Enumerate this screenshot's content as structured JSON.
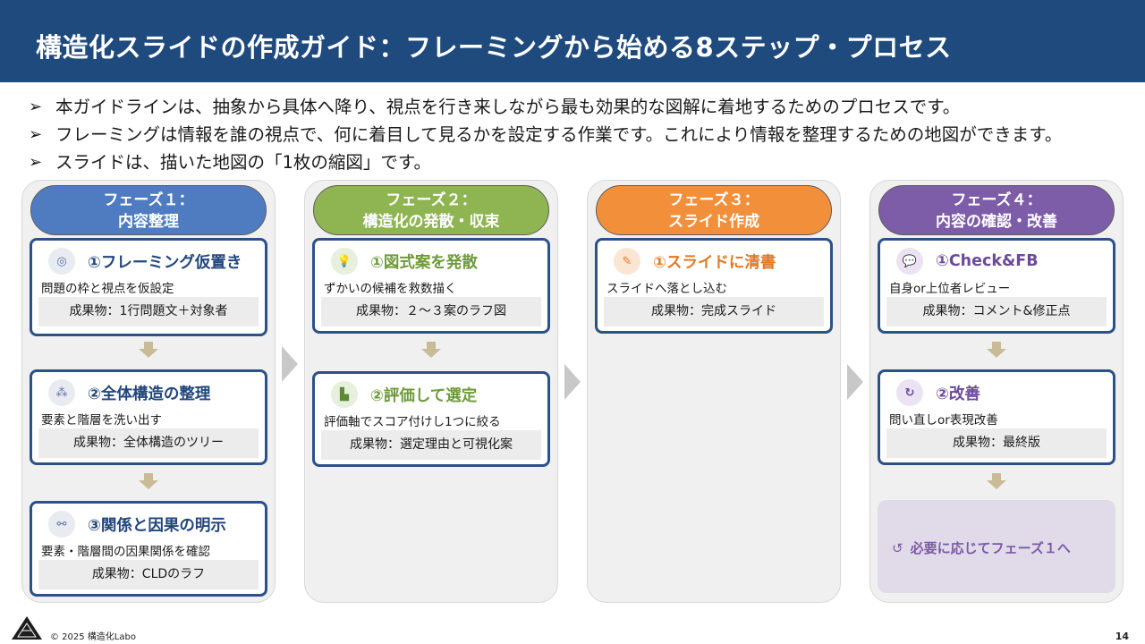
{
  "title": "構造化スライドの作成ガイド：フレーミングから始める8ステップ・プロセス",
  "bullets": [
    "本ガイドラインは、抽象から具体へ降り、視点を行き来しながら最も効果的な図解に着地するためのプロセスです。",
    "フレーミングは情報を誰の視点で、何に着目して見るかを設定する作業です。これにより情報を整理するための地図ができます。",
    "スライドは、描いた地図の「1枚の縮図」です。"
  ],
  "bullet_mark": "➢",
  "colors": {
    "phase1": "#4f7cc0",
    "phase2": "#8fb552",
    "phase3": "#f28f3b",
    "phase4": "#7d5ca8",
    "title_bg": "#1f4a7e"
  },
  "phases": [
    {
      "label_line1": "フェーズ１：",
      "label_line2": "内容整理",
      "steps": [
        {
          "icon": "target-icon",
          "glyph": "◎",
          "title": "①フレーミング仮置き",
          "desc": "問題の枠と視点を仮設定",
          "output": "成果物：1行問題文＋対象者"
        },
        {
          "icon": "hierarchy-icon",
          "glyph": "⁂",
          "title": "②全体構造の整理",
          "desc": "要素と階層を洗い出す",
          "output": "成果物：全体構造のツリー"
        },
        {
          "icon": "network-icon",
          "glyph": "⚯",
          "title": "③関係と因果の明示",
          "desc": "要素・階層間の因果関係を確認",
          "output": "成果物：CLDのラフ"
        }
      ]
    },
    {
      "label_line1": "フェーズ２：",
      "label_line2": "構造化の発散・収束",
      "steps": [
        {
          "icon": "lightbulb-icon",
          "glyph": "💡",
          "title": "①図式案を発散",
          "desc": "ずかいの候補を救数描く",
          "output": "成果物：２～３案のラフ図"
        },
        {
          "icon": "chart-icon",
          "glyph": "▙",
          "title": "②評価して選定",
          "desc": "評価軸でスコア付けし1つに絞る",
          "output": "成果物：選定理由と可視化案"
        }
      ]
    },
    {
      "label_line1": "フェーズ３：",
      "label_line2": "スライド作成",
      "steps": [
        {
          "icon": "edit-icon",
          "glyph": "✎",
          "title": "①スライドに清書",
          "desc": "スライドへ落とし込む",
          "output": "成果物：完成スライド"
        }
      ]
    },
    {
      "label_line1": "フェーズ４：",
      "label_line2": "内容の確認・改善",
      "steps": [
        {
          "icon": "comments-icon",
          "glyph": "💬",
          "title": "①Check&FB",
          "desc": "自身or上位者レビュー",
          "output": "成果物：コメント&修正点"
        },
        {
          "icon": "refresh-icon",
          "glyph": "↻",
          "title": "②改善",
          "desc": "問い直しor表現改善",
          "output": "成果物：最終版"
        }
      ],
      "loop_icon": "↺",
      "loop_text": "必要に応じてフェーズ１へ"
    }
  ],
  "footer": {
    "copyright": "© 2025 構造化Labo",
    "page": "14"
  }
}
